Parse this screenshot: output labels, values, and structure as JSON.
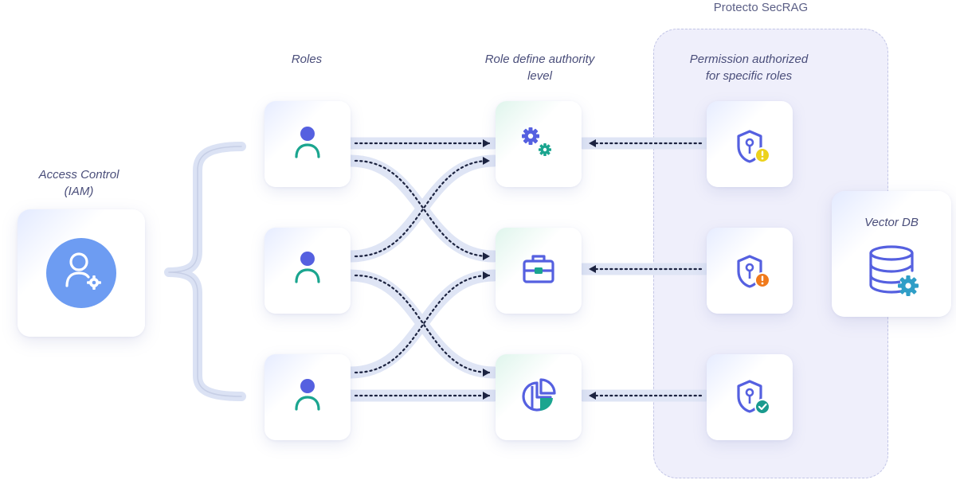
{
  "diagram": {
    "secrag_title": "Protecto SecRAG",
    "access_control_label_line1": "Access Control",
    "access_control_label_line2": "(IAM)",
    "roles_label": "Roles",
    "authority_label_line1": "Role define authority",
    "authority_label_line2": "level",
    "permission_label_line1": "Permission authorized",
    "permission_label_line2": "for specific roles",
    "vector_db_label": "Vector DB"
  },
  "colors": {
    "accent_blue": "#5560e0",
    "teal": "#1aa58f",
    "yellow": "#ecd21c",
    "orange": "#f07a1c",
    "check_teal": "#1a9a8e",
    "iam_circle": "#6d9cf2",
    "connector": "#dbe2f4",
    "db_blue": "#5560e0",
    "db_gear": "#2f9ec7"
  },
  "icons": {
    "iam": "user-gear-icon",
    "roles": "user-icon",
    "authority": [
      "gears-icon",
      "briefcase-icon",
      "pie-chart-icon"
    ],
    "permissions": [
      "shield-key-warning-icon",
      "shield-key-alert-icon",
      "shield-key-check-icon"
    ],
    "database": "database-gear-icon"
  }
}
